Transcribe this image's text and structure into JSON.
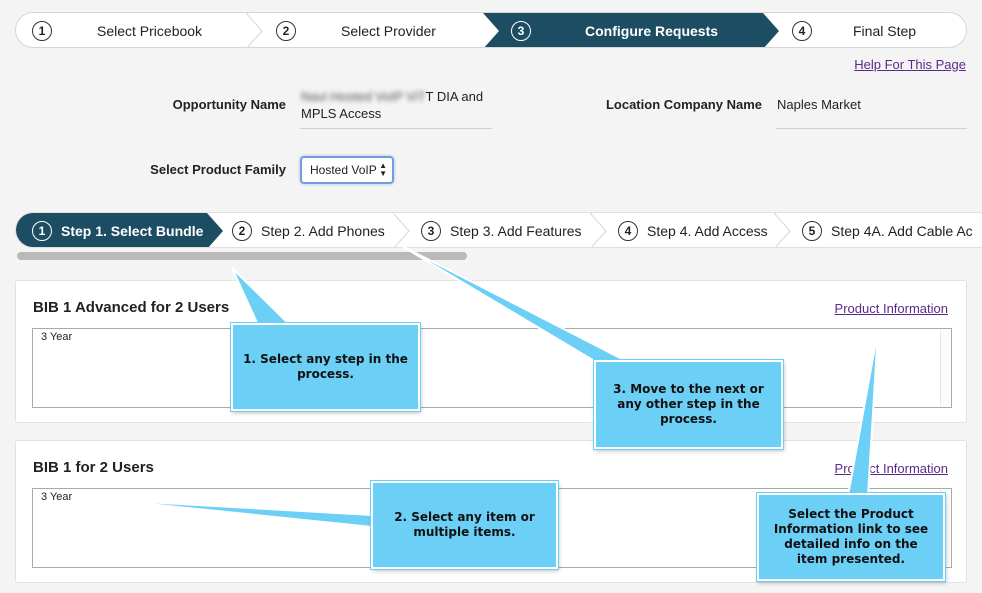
{
  "wizard": {
    "steps": [
      {
        "num": "1",
        "label": "Select Pricebook"
      },
      {
        "num": "2",
        "label": "Select Provider"
      },
      {
        "num": "3",
        "label": "Configure Requests"
      },
      {
        "num": "4",
        "label": "Final Step"
      }
    ],
    "active_index": 2
  },
  "help_link": "Help For This Page",
  "form": {
    "opportunity_label": "Opportunity Name",
    "opportunity_value_blurred": "Navi Hosted VoIP ViT",
    "opportunity_value_line1": "T DIA and",
    "opportunity_value_line2": "MPLS Access",
    "location_label": "Location Company Name",
    "location_value": "Naples Market",
    "product_family_label": "Select Product Family",
    "product_family_value": "Hosted VoIP"
  },
  "substeps": [
    {
      "num": "1",
      "label": "Step 1. Select Bundle"
    },
    {
      "num": "2",
      "label": "Step 2. Add Phones"
    },
    {
      "num": "3",
      "label": "Step 3. Add Features"
    },
    {
      "num": "4",
      "label": "Step 4. Add Access"
    },
    {
      "num": "5",
      "label": "Step 4A. Add Cable Ac"
    }
  ],
  "products": [
    {
      "title": "BIB 1 Advanced for 2 Users",
      "link": "Product Information",
      "option": "3 Year"
    },
    {
      "title": "BIB 1 for 2 Users",
      "link": "Product Information",
      "option": "3 Year"
    }
  ],
  "callouts": {
    "c1": "1.  Select any step in the process.",
    "c2": "2.  Select any item or multiple items.",
    "c3": "3.  Move to the next or any other step in the process.",
    "c4": "Select the Product Information link to see detailed info on the item presented."
  },
  "colors": {
    "active_step": "#1d4d63",
    "callout": "#6ccff6",
    "link": "#5a2a8a"
  }
}
